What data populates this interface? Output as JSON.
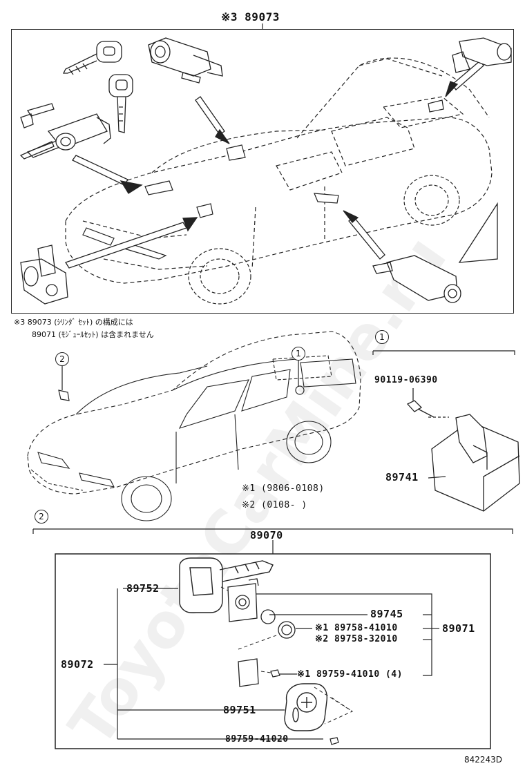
{
  "watermark": "ToyotaCarMine.ru",
  "top": {
    "title": "※3 89073"
  },
  "note": {
    "line1": "※3 89073 (ｼﾘﾝﾀﾞ ｾｯﾄ) の構成には",
    "line2": "89071 (ﾓｼﾞｭｰﾙｾｯﾄ) は含まれません"
  },
  "markers": {
    "m1": "1",
    "m2": "2"
  },
  "detail1": {
    "bolt_part": "90119-06390",
    "unit_part": "89741"
  },
  "periods": {
    "p1": "※1 (9806-0108)",
    "p2": "※2 (0108-      )"
  },
  "detail2": {
    "header": "89070",
    "key_part": "89752",
    "set_part": "89072",
    "module_part": "89071",
    "p89745": "89745",
    "p89758_1": "※1 89758-41010",
    "p89758_2": "※2 89758-32010",
    "p89759": "※1 89759-41010 (4)",
    "p89751": "89751",
    "p89759_2": "89759-41020"
  },
  "footer": {
    "code": "842243D"
  },
  "icons": [
    "key-icon",
    "lock-cylinder-icon",
    "immobilizer-unit-icon",
    "bolt-icon",
    "transponder-icon"
  ]
}
